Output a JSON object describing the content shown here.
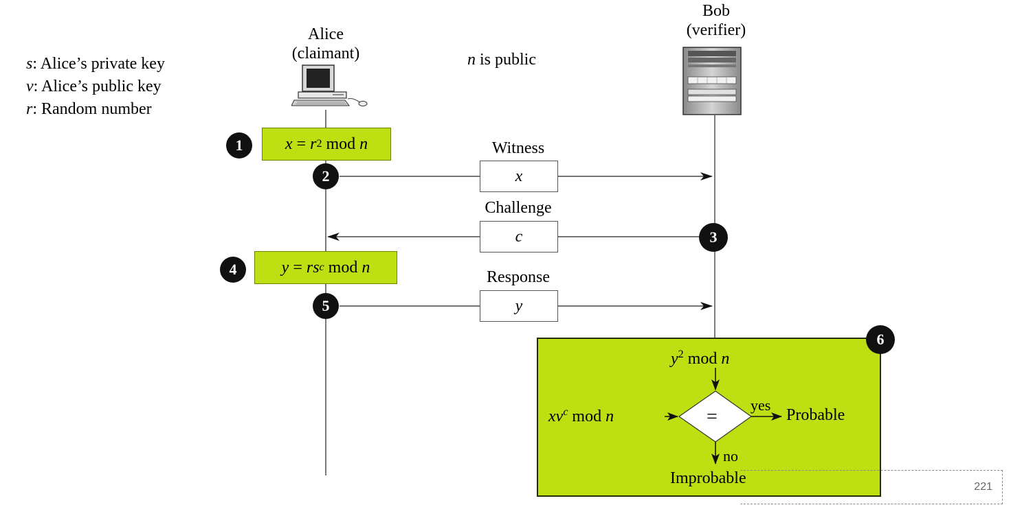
{
  "legend": {
    "s_var": "s",
    "s_text": ": Alice’s private key",
    "v_var": "v",
    "v_text": ": Alice’s public key",
    "r_var": "r",
    "r_text": ": Random number"
  },
  "public_note": {
    "var": "n",
    "text": " is public"
  },
  "alice": {
    "name": "Alice",
    "role": "(claimant)"
  },
  "bob": {
    "name": "Bob",
    "role": "(verifier)"
  },
  "steps": {
    "s1": "1",
    "s2": "2",
    "s3": "3",
    "s4": "4",
    "s5": "5",
    "s6": "6"
  },
  "formulas": {
    "x_lhs": "x",
    "x_eq": " = ",
    "x_r": "r",
    "x_exp": "2",
    "x_mod": " mod ",
    "x_n": "n",
    "y_lhs": "y",
    "y_eq": " = ",
    "y_rs": "rs",
    "y_exp": "c",
    "y_mod": " mod ",
    "y_n": "n"
  },
  "messages": {
    "witness_label": "Witness",
    "witness_value": "x",
    "challenge_label": "Challenge",
    "challenge_value": "c",
    "response_label": "Response",
    "response_value": "y"
  },
  "verification": {
    "top_y": "y",
    "top_exp": "2",
    "top_mod": " mod ",
    "top_n": "n",
    "left_xv": "xv",
    "left_exp": "c",
    "left_mod": " mod ",
    "left_n": "n",
    "equals": "=",
    "yes": "yes",
    "no": "no",
    "probable": "Probable",
    "improbable": "Improbable"
  },
  "page_number": "221",
  "colors": {
    "green": "#bedf12",
    "circle": "#111111"
  },
  "icons": {
    "alice_device": "desktop-computer-icon",
    "bob_device": "server-tower-icon"
  }
}
